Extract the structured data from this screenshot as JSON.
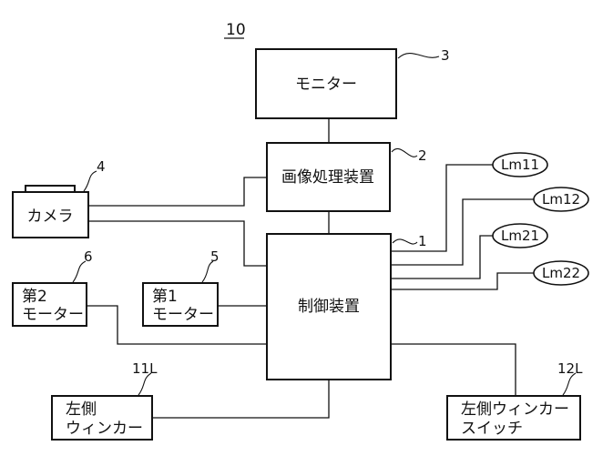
{
  "figure_number": "10",
  "blocks": {
    "monitor": {
      "label": "モニター",
      "ref": "3"
    },
    "image_processor": {
      "label": "画像処理装置",
      "ref": "2"
    },
    "camera": {
      "label": "カメラ",
      "ref": "4"
    },
    "controller": {
      "label": "制御装置",
      "ref": "1"
    },
    "motor2": {
      "line1": "第2",
      "line2": "モーター",
      "ref": "6"
    },
    "motor1": {
      "line1": "第1",
      "line2": "モーター",
      "ref": "5"
    },
    "left_winker": {
      "line1": "左側",
      "line2": "ウィンカー",
      "ref": "11L"
    },
    "left_winker_switch": {
      "line1": "左側ウィンカー",
      "line2": "スイッチ",
      "ref": "12L"
    }
  },
  "lamps": [
    {
      "label": "Lm11"
    },
    {
      "label": "Lm12"
    },
    {
      "label": "Lm21"
    },
    {
      "label": "Lm22"
    }
  ]
}
